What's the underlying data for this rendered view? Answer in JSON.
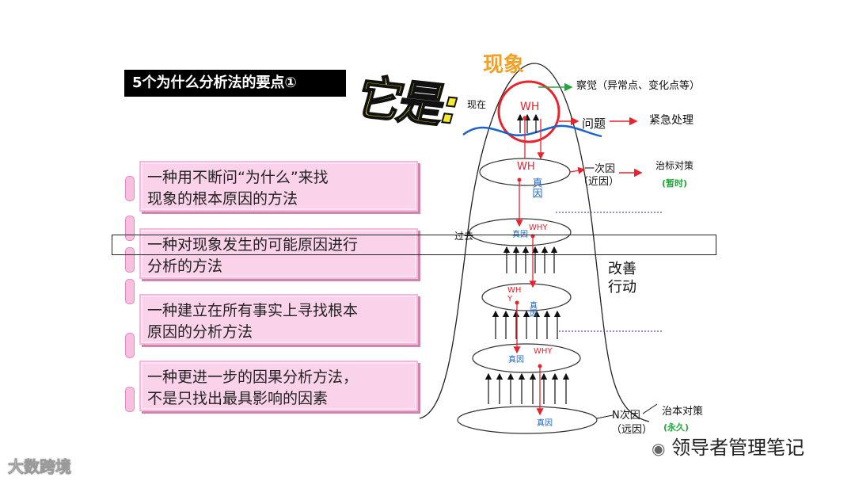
{
  "title": "5个为什么分析法的要点①",
  "slogan": "它是:",
  "cards": [
    {
      "line1": "一种用不断问“为什么”来找",
      "line2": "现象的根本原因的方法"
    },
    {
      "line1": "一种对现象发生的可能原因进行",
      "line2": "分析的方法"
    },
    {
      "line1": "一种建立在所有事实上寻找根本",
      "line2": "原因的分析方法"
    },
    {
      "line1": "一种更进一步的因果分析方法，",
      "line2": "不是只找出最具影响的因素"
    }
  ],
  "diagram": {
    "phenomenon": "现象",
    "present": "现在",
    "past": "过去",
    "observe": "察觉（异常点、变化点等）",
    "problem": "问题",
    "emergency": "紧急处理",
    "first_cause": "一次因",
    "first_cause_note": "（近因）",
    "temp_measure": "治标对策",
    "temp_note": "(暂时)",
    "improve_line1": "改善",
    "improve_line2": "行动",
    "n_cause": "N次因",
    "n_cause_note": "（远因）",
    "perm_measure": "治本对策",
    "perm_note": "(永久)",
    "wh": "WH",
    "y": "Y",
    "why": "WHY",
    "true_cause": "真因",
    "colors": {
      "red": "#e8232b",
      "blue": "#1a63c8",
      "green": "#22a838",
      "purple": "#7a3cc8",
      "orange": "#f2a126"
    }
  },
  "watermark_left": "大数跨境",
  "watermark_right": "领导者管理笔记"
}
